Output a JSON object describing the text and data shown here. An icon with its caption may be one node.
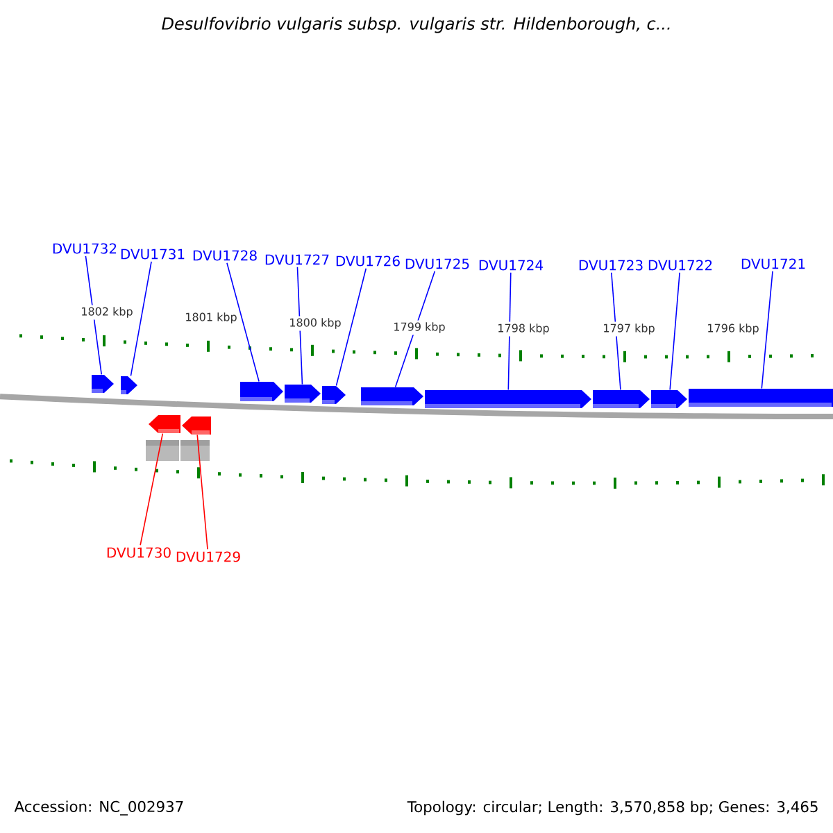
{
  "diagram": {
    "title": "*Desulfovibrio vulgaris subsp. vulgaris str. Hildenborough, c...*",
    "nodes": [
      {
        "text": [
          "DVU1732"
        ]
      },
      {
        "text": [
          "DVU1731"
        ]
      },
      {
        "text": [
          "DVU1728"
        ]
      },
      {
        "text": [
          "DVU1727"
        ]
      },
      {
        "text": [
          "DVU1726"
        ]
      },
      {
        "text": [
          "DVU1725"
        ]
      },
      {
        "text": [
          "DVU1724"
        ]
      },
      {
        "text": [
          "DVU1723"
        ]
      },
      {
        "text": [
          "DVU1722"
        ]
      },
      {
        "text": [
          "DVU1721"
        ]
      },
      {
        "text": [
          "DVU1730"
        ]
      },
      {
        "text": [
          "DVU1729"
        ]
      },
      {
        "text": [],
        "shape": "pentagon"
      },
      {
        "text": [],
        "shape": "pentagon"
      },
      {
        "text": [],
        "shape": "pentagon"
      },
      {
        "text": [],
        "shape": "pentagon"
      },
      {
        "text": [],
        "shape": "pentagon"
      },
      {
        "text": [],
        "shape": "pentagon"
      },
      {
        "text": [],
        "shape": "pentagon"
      },
      {
        "text": [],
        "shape": "pentagon"
      },
      {
        "text": [],
        "shape": "pentagon"
      },
      {
        "text": [],
        "shape": "bar"
      },
      {
        "text": [],
        "shape": "pentagon"
      },
      {
        "text": [],
        "shape": "pentagon"
      }
    ],
    "edges": [
      {
        "from": 0,
        "to": 12,
        "arrow": "none"
      },
      {
        "from": 1,
        "to": 13,
        "arrow": "none"
      },
      {
        "from": 2,
        "to": 14,
        "arrow": "none"
      },
      {
        "from": 3,
        "to": 15,
        "arrow": "none"
      },
      {
        "from": 4,
        "to": 16,
        "arrow": "none"
      },
      {
        "from": 5,
        "to": 17,
        "arrow": "none"
      },
      {
        "from": 6,
        "to": 18,
        "arrow": "none"
      },
      {
        "from": 7,
        "to": 19,
        "arrow": "none"
      },
      {
        "from": 8,
        "to": 20,
        "arrow": "none"
      },
      {
        "from": 9,
        "to": 21,
        "arrow": "none"
      },
      {
        "from": 10,
        "to": 22,
        "arrow": "none",
        "color": "#ff0000"
      },
      {
        "from": 11,
        "to": 23,
        "arrow": "none",
        "color": "#ff0000"
      }
    ],
    "labels": [
      "1802 kbp",
      "1801 kbp",
      "1800 kbp",
      "1799 kbp",
      "1798 kbp",
      "1797 kbp",
      "1796 kbp",
      "Accession: NC_002937",
      "Topology: circular; Length: 3,570,858 bp; Genes: 3,465"
    ]
  }
}
